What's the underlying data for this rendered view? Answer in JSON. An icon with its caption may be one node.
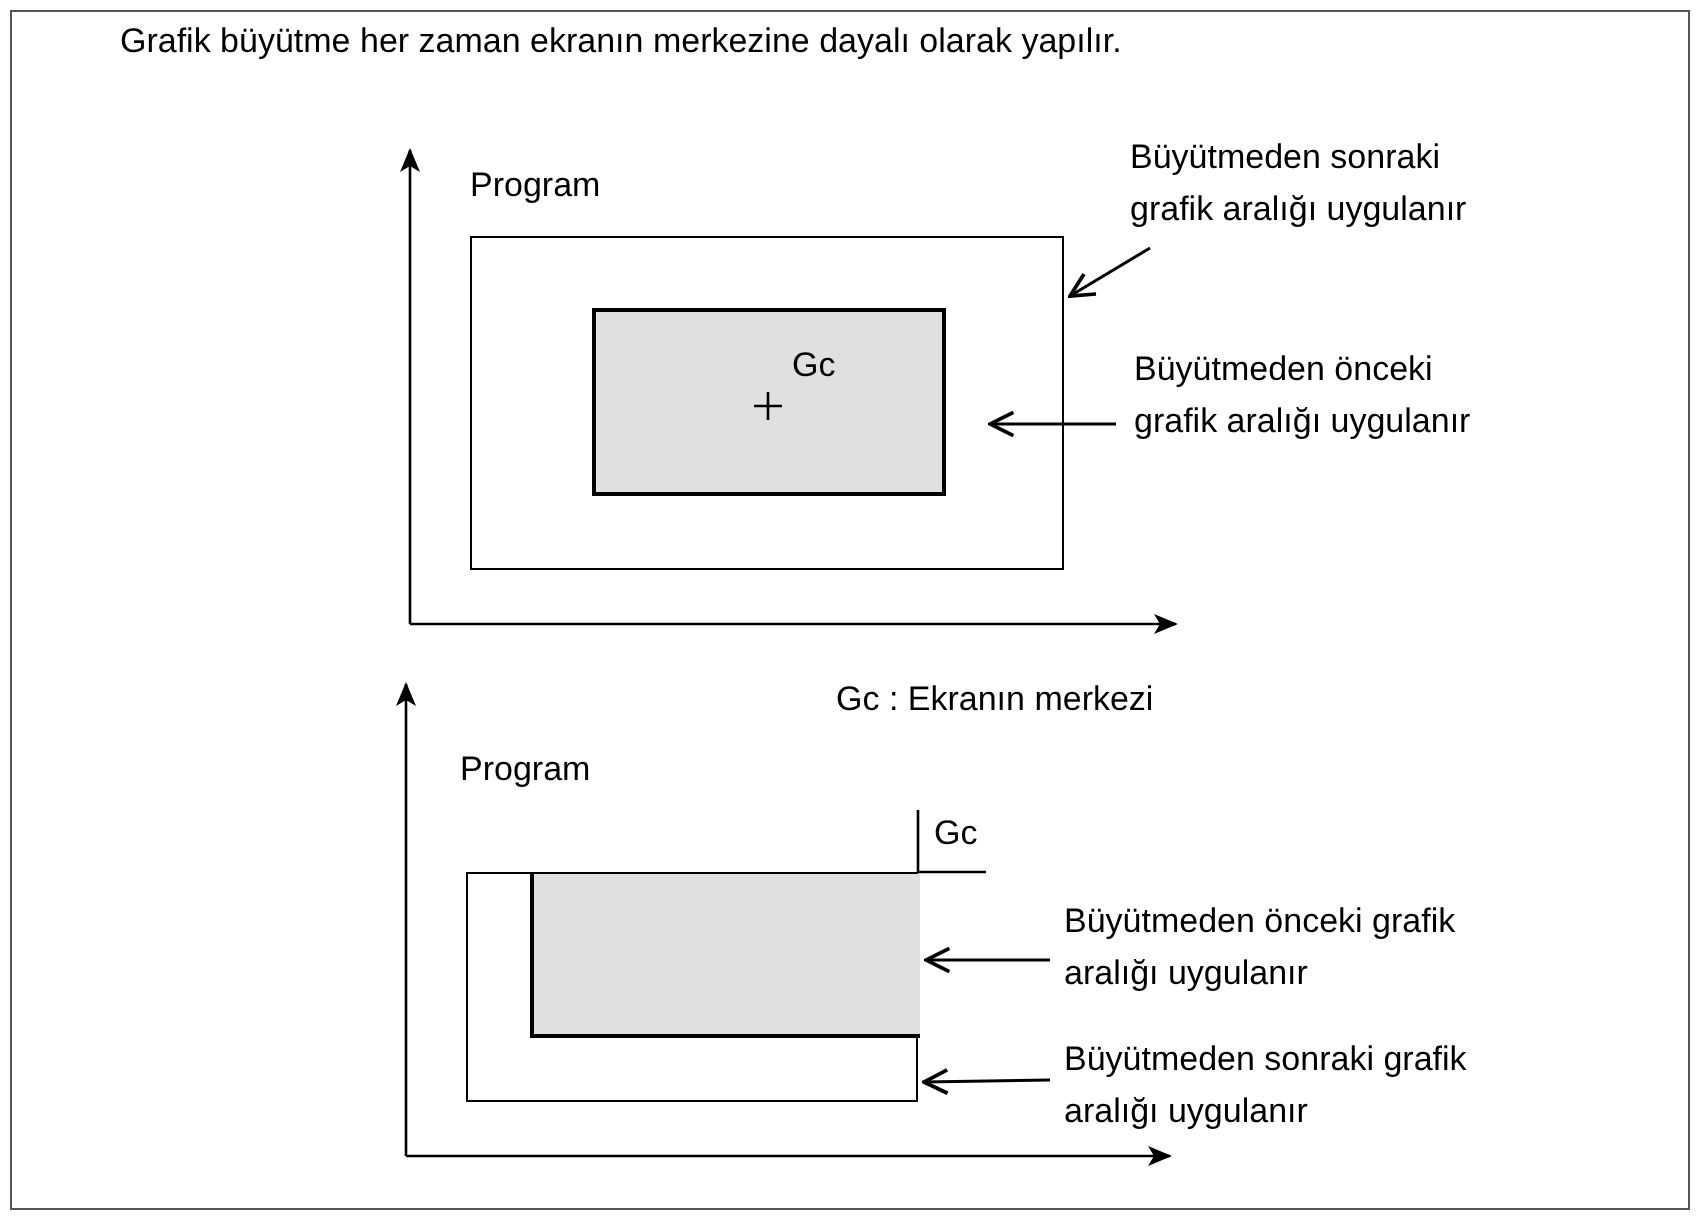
{
  "diagram": {
    "title": "Grafik büyütme her zaman ekranın merkezine dayalı olarak yapılır.",
    "nodes": [
      {
        "text": [
          "Büyütmeden sonraki grafik aralığı uygulanır"
        ]
      },
      {
        "text": [],
        "shape": "box"
      },
      {
        "text": [],
        "shape": "box",
        "in": 1
      },
      {
        "text": [
          "Büyütmeden önceki grafik aralığı uygulanır"
        ]
      },
      {
        "text": [],
        "shape": "box"
      },
      {
        "text": [],
        "shape": "box",
        "in": 4
      },
      {
        "text": [
          "Büyütmeden önceki grafik aralığı uygulanır"
        ]
      },
      {
        "text": [
          "Büyütmeden sonraki grafik aralığı uygulanır"
        ]
      }
    ],
    "edges": [
      {
        "from": 0,
        "to": 1,
        "arrow": "to"
      },
      {
        "from": 3,
        "to": 2,
        "arrow": "to"
      },
      {
        "from": 6,
        "to": 5,
        "arrow": "to"
      },
      {
        "from": 7,
        "to": 4,
        "arrow": "to"
      }
    ],
    "labels": [
      "Program",
      "Gc",
      "Gc : Ekranın merkezi",
      "Program",
      "Gc"
    ]
  }
}
